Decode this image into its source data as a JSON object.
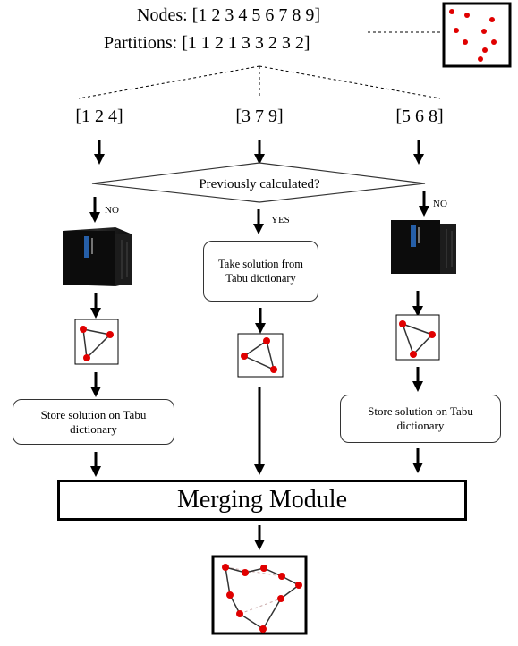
{
  "header": {
    "nodes_label": "Nodes:",
    "nodes_value": "[1 2 3 4 5 6 7 8 9]",
    "partitions_label": "Partitions:",
    "partitions_value": "[1 1 2 1 3 3 2 3 2]"
  },
  "groups": [
    {
      "label": "[1 2 4]"
    },
    {
      "label": "[3 7 9]"
    },
    {
      "label": "[5 6 8]"
    }
  ],
  "decision": {
    "question": "Previously calculated?",
    "no_left": "NO",
    "yes": "YES",
    "no_right": "NO"
  },
  "tabu_lookup": "Take solution from Tabu dictionary",
  "store_left": "Store solution  on Tabu dictionary",
  "store_right": "Store solution  on Tabu dictionary",
  "merge": "Merging Module",
  "icons": {
    "quantum_computer": "d-wave-quantum-computer-icon",
    "graph_nodes": "graph-nodes-icon",
    "triangle_graph": "triangle-subgraph-icon",
    "merged_graph": "merged-route-graph-icon"
  },
  "colors": {
    "node": "#e00000",
    "edge": "#333333",
    "dashed_edge": "#c9a9a9",
    "machine_body": "#111111",
    "machine_accent": "#2b6fc4"
  }
}
